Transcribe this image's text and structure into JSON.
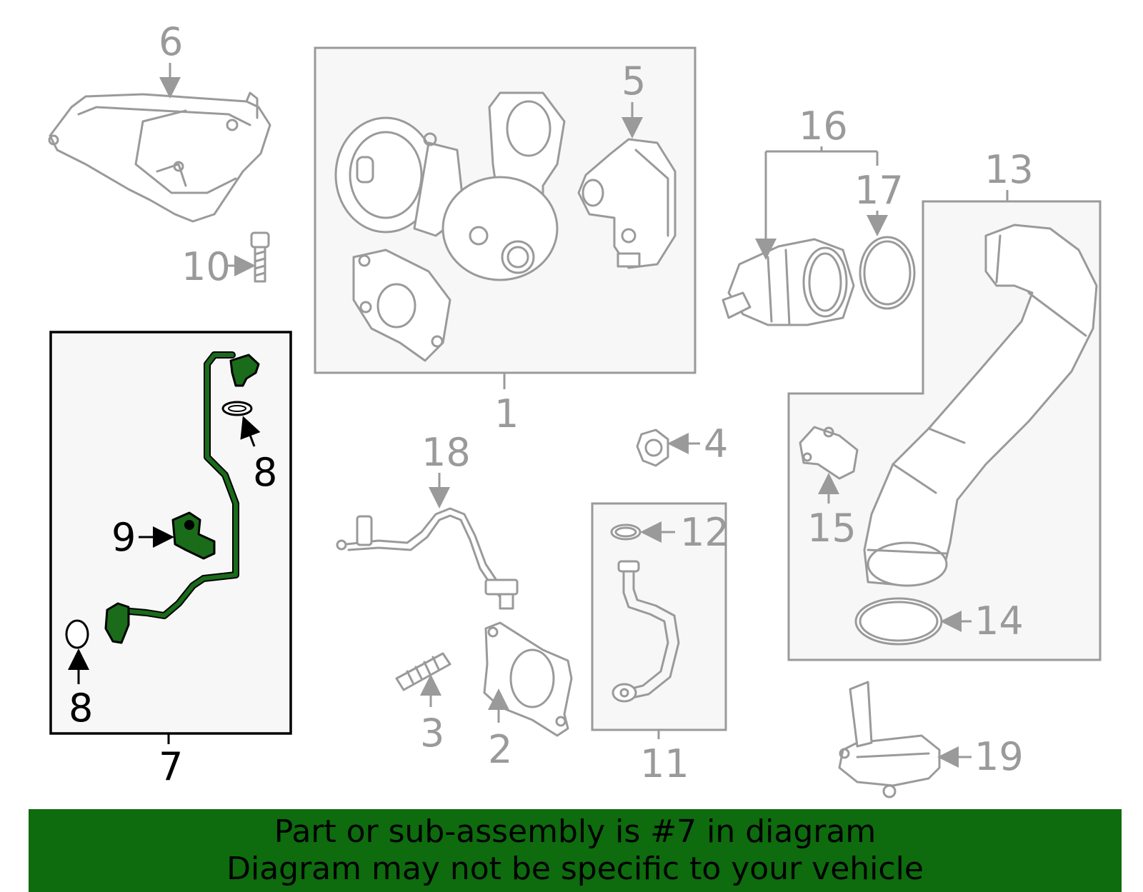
{
  "callouts": {
    "c1": "1",
    "c2": "2",
    "c3": "3",
    "c4": "4",
    "c5": "5",
    "c6": "6",
    "c7": "7",
    "c8a": "8",
    "c8b": "8",
    "c9": "9",
    "c10": "10",
    "c11": "11",
    "c12": "12",
    "c13": "13",
    "c14": "14",
    "c15": "15",
    "c16": "16",
    "c17": "17",
    "c18": "18",
    "c19": "19"
  },
  "highlighted_part": "7",
  "colors": {
    "highlight": "#1a6b1a",
    "banner": "#0e6b0e",
    "line_gray": "#9a9a9a",
    "box_fill": "#f7f7f7"
  },
  "banner": {
    "line1": "Part or sub-assembly is #7 in diagram",
    "line2": "Diagram may not be specific to your vehicle"
  }
}
